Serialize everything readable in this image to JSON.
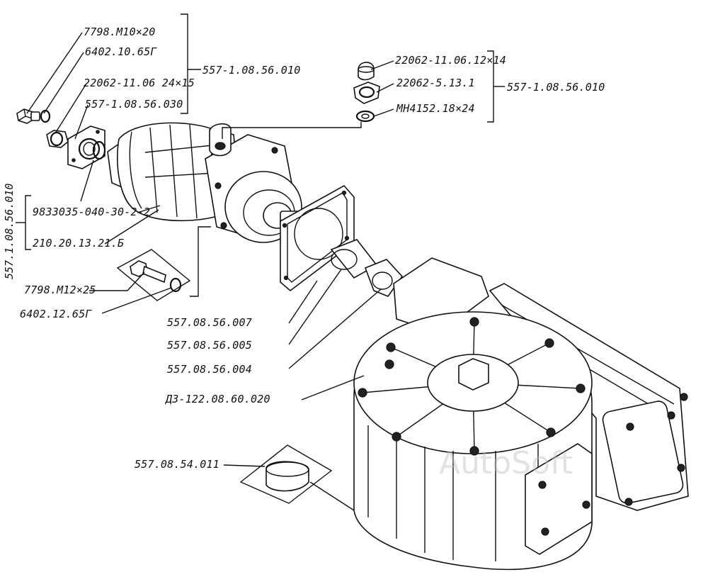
{
  "callouts": {
    "bolt_m10": "7798.М10×20",
    "washer_10": "6402.10.65Г",
    "nut_24x15": "22062-11.06 24×15",
    "flange_030": "557-1.08.56.030",
    "assembly_left": "557-1.08.56.010",
    "nut_12x14": "22062-11.06.12×14",
    "fitting_513": "22062-5.13.1",
    "washer_mn": "МН4152.18×24",
    "assembly_right": "557-1.08.56.010",
    "assembly_vertical": "557.1.08.56.010",
    "seal_ring": "9833035-040-30-2-2",
    "motor_body": "210.20.13.21.Б",
    "bolt_m12": "7798.М12×25",
    "washer_12": "6402.12.65Г",
    "gasket_007": "557.08.56.007",
    "coupling_005": "557.08.56.005",
    "coupling_004": "557.08.56.004",
    "gearbox_020": "Д3-122.08.60.020",
    "plug_011": "557.08.54.011"
  },
  "watermark": "AutoSoft"
}
